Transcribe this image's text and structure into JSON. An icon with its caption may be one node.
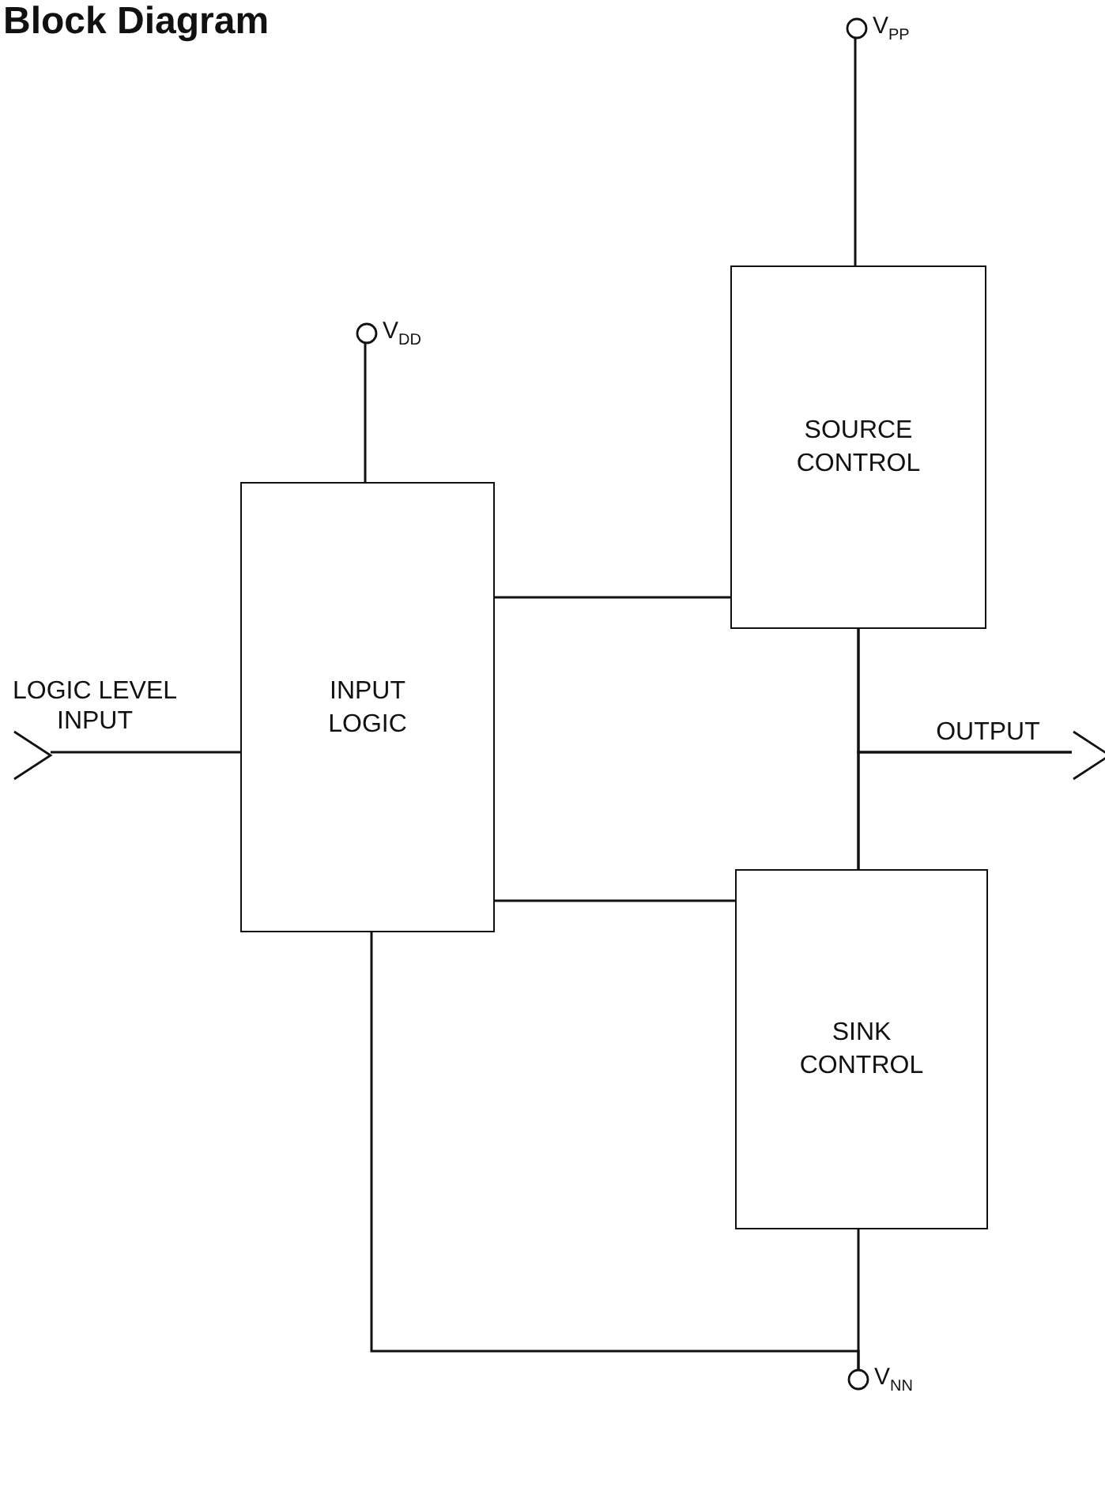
{
  "diagram": {
    "title": "Block Diagram",
    "nodes": [
      {
        "text": [
          "V$_{PP}$"
        ]
      },
      {
        "text": [
          "V$_{DD}$"
        ]
      },
      {
        "text": [
          "SOURCE CONTROL"
        ]
      },
      {
        "text": [
          "INPUT LOGIC"
        ]
      },
      {
        "text": [
          "SINK CONTROL"
        ]
      },
      {
        "text": [
          "V$_{NN}$"
        ]
      },
      {
        "text": [
          "LOGIC LEVEL INPUT"
        ]
      },
      {
        "text": [
          "OUTPUT"
        ]
      }
    ],
    "edges": [
      {
        "from": 0,
        "to": 2,
        "arrow": "none"
      },
      {
        "from": 1,
        "to": 3,
        "arrow": "none"
      },
      {
        "from": 6,
        "to": 3,
        "arrow": "none"
      },
      {
        "from": 3,
        "to": 2,
        "arrow": "none"
      },
      {
        "from": 3,
        "to": 4,
        "arrow": "none"
      },
      {
        "from": 2,
        "to": 4,
        "arrow": "none"
      },
      {
        "from": 2,
        "to": 7,
        "arrow": "none"
      },
      {
        "from": 4,
        "to": 7,
        "arrow": "none"
      },
      {
        "from": 3,
        "to": 5,
        "arrow": "none"
      },
      {
        "from": 4,
        "to": 5,
        "arrow": "none"
      }
    ]
  }
}
